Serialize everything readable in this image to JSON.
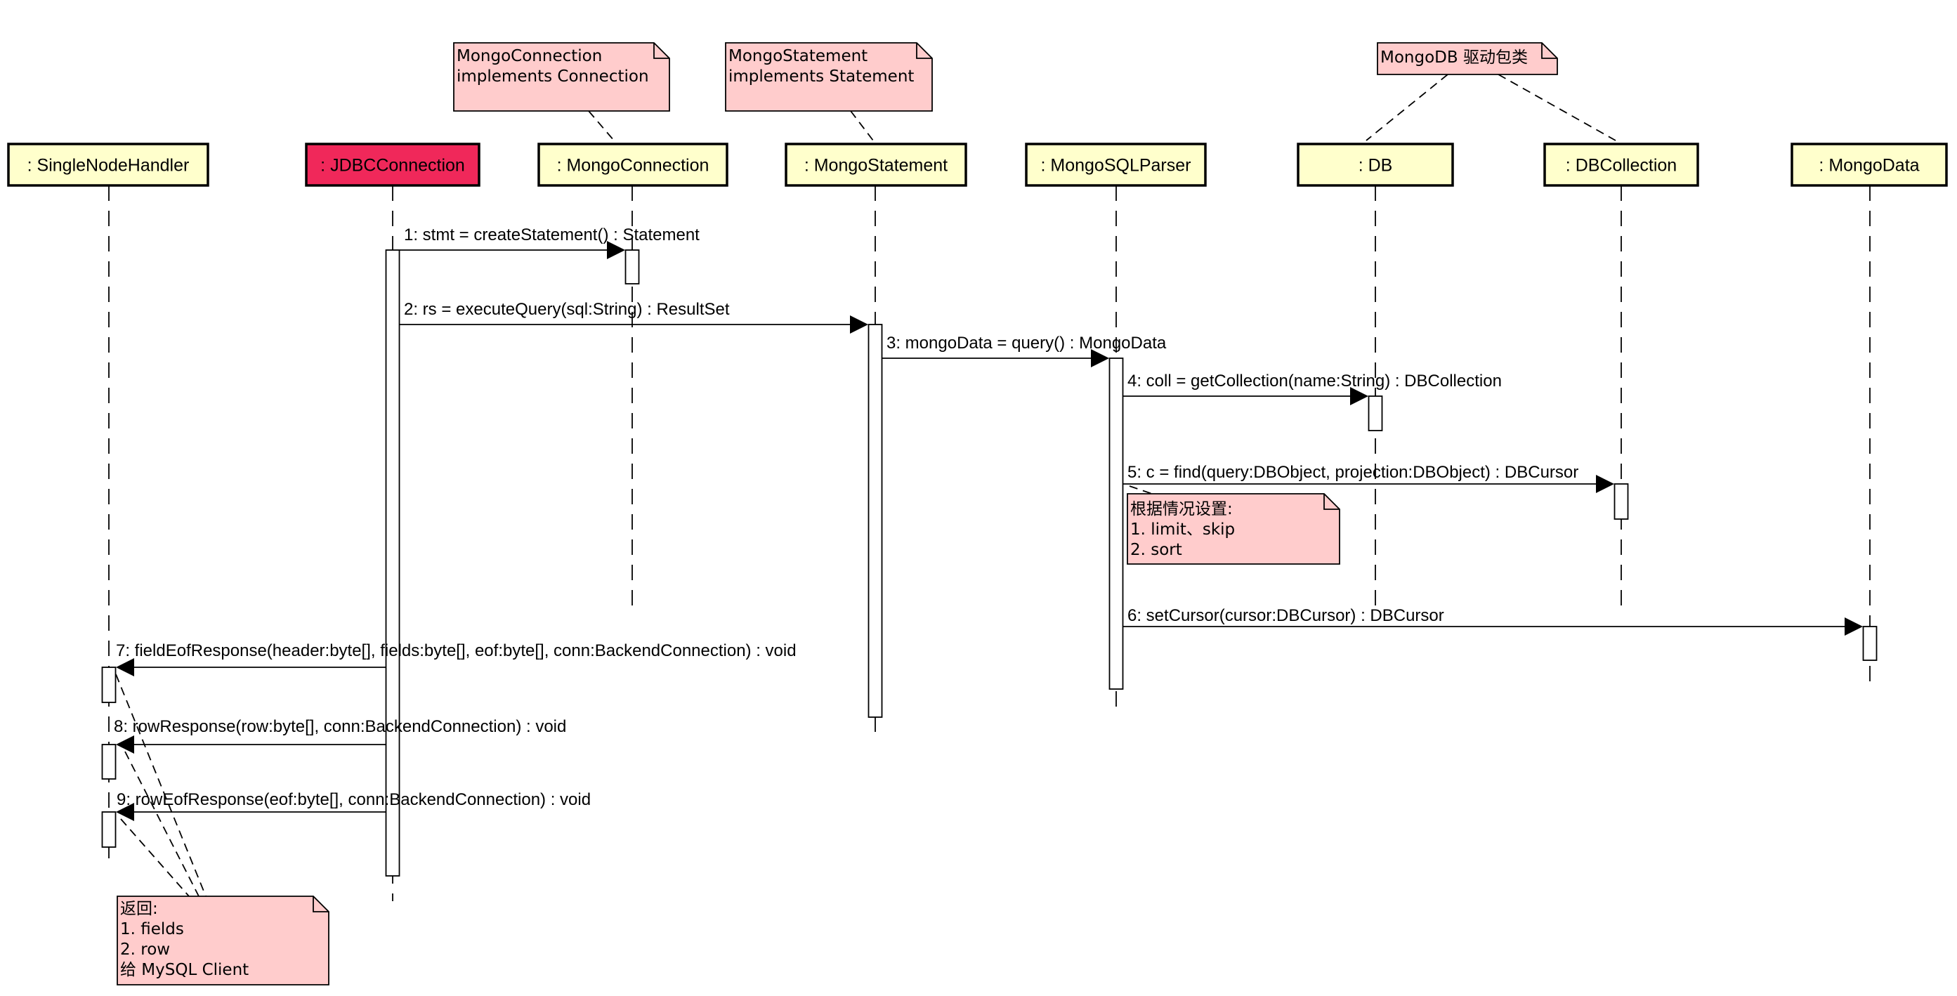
{
  "colors": {
    "lifeline_fill": "#ffffcc",
    "highlight_fill": "#f0285a",
    "note_fill": "#ffcccc",
    "line": "#000000"
  },
  "lifelines": [
    {
      "id": "handler",
      "label": ": SingleNodeHandler",
      "highlighted": false
    },
    {
      "id": "jdbc",
      "label": ": JDBCConnection",
      "highlighted": true
    },
    {
      "id": "mconn",
      "label": ": MongoConnection",
      "highlighted": false
    },
    {
      "id": "mstmt",
      "label": ": MongoStatement",
      "highlighted": false
    },
    {
      "id": "parser",
      "label": ": MongoSQLParser",
      "highlighted": false
    },
    {
      "id": "db",
      "label": ": DB",
      "highlighted": false
    },
    {
      "id": "dbcoll",
      "label": ": DBCollection",
      "highlighted": false
    },
    {
      "id": "mdata",
      "label": ": MongoData",
      "highlighted": false
    }
  ],
  "messages": [
    {
      "from": "jdbc",
      "to": "mconn",
      "label": "1: stmt = createStatement() : Statement"
    },
    {
      "from": "jdbc",
      "to": "mstmt",
      "label": "2: rs = executeQuery(sql:String) : ResultSet"
    },
    {
      "from": "mstmt",
      "to": "parser",
      "label": "3: mongoData = query() : MongoData"
    },
    {
      "from": "parser",
      "to": "db",
      "label": "4: coll = getCollection(name:String) : DBCollection"
    },
    {
      "from": "parser",
      "to": "dbcoll",
      "label": "5: c = find(query:DBObject, projection:DBObject) : DBCursor"
    },
    {
      "from": "parser",
      "to": "mdata",
      "label": "6: setCursor(cursor:DBCursor) : DBCursor"
    },
    {
      "from": "jdbc",
      "to": "handler",
      "label": "7: fieldEofResponse(header:byte[], fields:byte[], eof:byte[], conn:BackendConnection) : void"
    },
    {
      "from": "jdbc",
      "to": "handler",
      "label": "8: rowResponse(row:byte[], conn:BackendConnection) : void"
    },
    {
      "from": "jdbc",
      "to": "handler",
      "label": "9: rowEofResponse(eof:byte[], conn:BackendConnection) : void"
    }
  ],
  "notes": [
    {
      "id": "note-mongoconnection",
      "lines": [
        "MongoConnection",
        "implements Connection"
      ]
    },
    {
      "id": "note-mongostatement",
      "lines": [
        "MongoStatement",
        "implements Statement"
      ]
    },
    {
      "id": "note-driver",
      "lines": [
        "MongoDB 驱动包类"
      ]
    },
    {
      "id": "note-settings",
      "lines": [
        "根据情况设置:",
        "1. limit、skip",
        "2. sort"
      ]
    },
    {
      "id": "note-return",
      "lines": [
        "返回:",
        "1. fields",
        "2. row",
        "给 MySQL Client"
      ]
    }
  ]
}
